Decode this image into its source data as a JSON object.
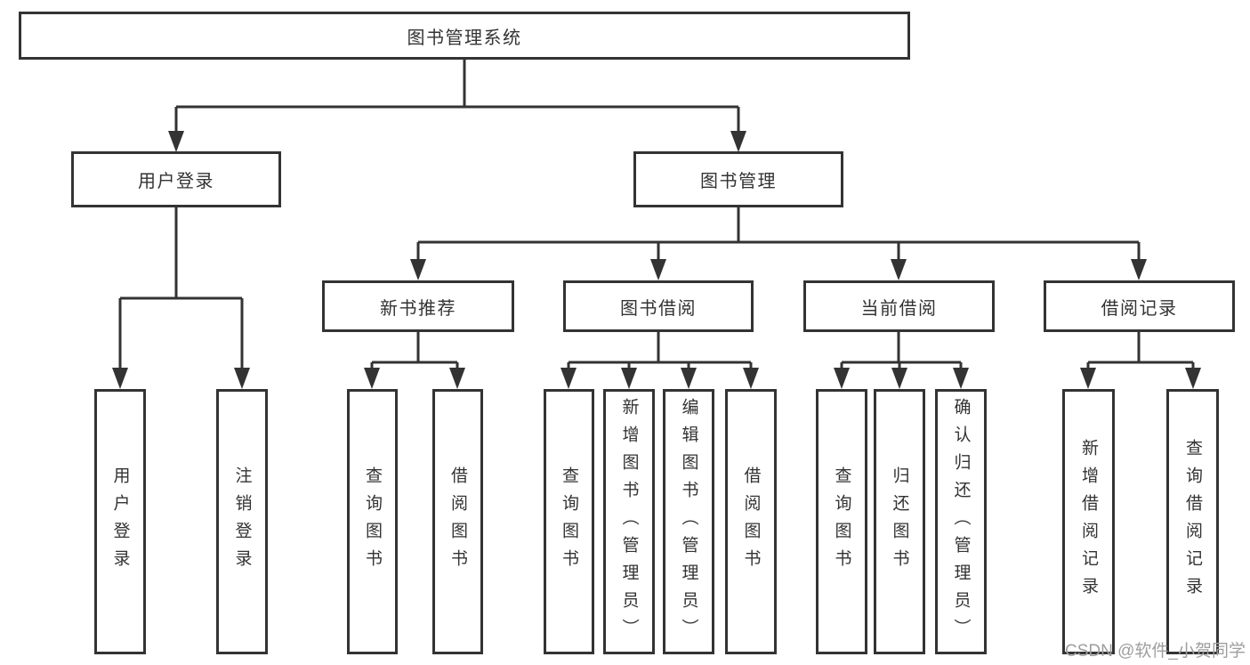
{
  "nodes": {
    "root": "图书管理系统",
    "level2": [
      "用户登录",
      "图书管理"
    ],
    "level3": [
      "新书推荐",
      "图书借阅",
      "当前借阅",
      "借阅记录"
    ],
    "leaves_user_login": [
      "用户登录",
      "注销登录"
    ],
    "leaves_new_book": [
      "查询图书",
      "借阅图书"
    ],
    "leaves_book_borrow": [
      "查询图书",
      "新增图书（管理员）",
      "编辑图书（管理员）",
      "借阅图书"
    ],
    "leaves_current_borrow": [
      "查询图书",
      "归还图书",
      "确认归还（管理员）"
    ],
    "leaves_borrow_records": [
      "新增借阅记录",
      "查询借阅记录"
    ]
  },
  "watermark": "CSDN @软件_小贺同学",
  "colors": {
    "line": "#333333",
    "box_border": "#333333",
    "box_fill": "#ffffff",
    "text": "#333333",
    "watermark": "#9e9e9e",
    "background": "#ffffff"
  }
}
